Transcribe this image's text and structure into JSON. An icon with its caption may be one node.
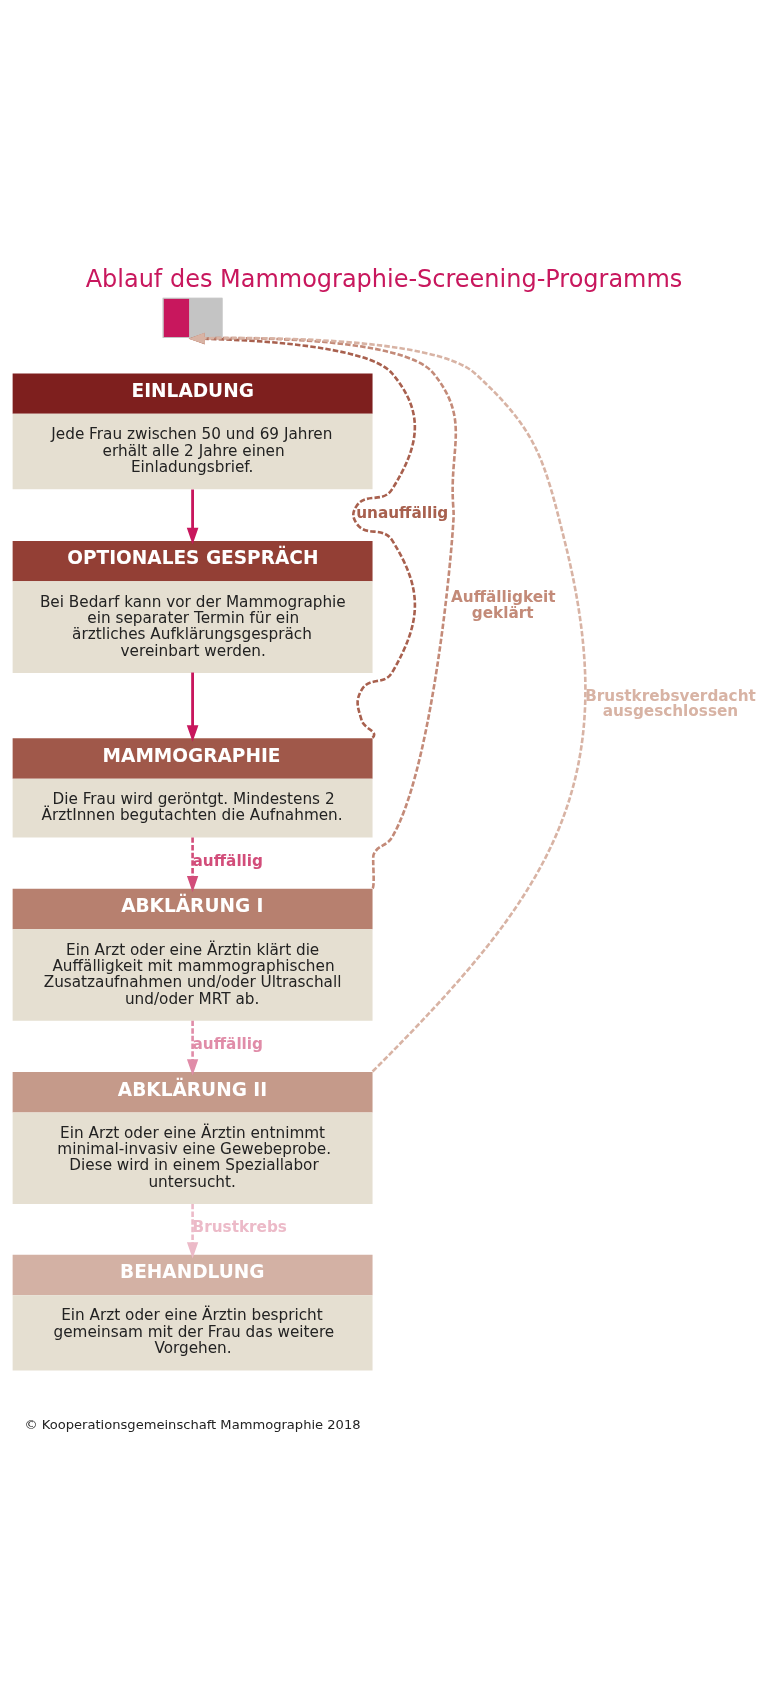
{
  "diagram": {
    "title": "Ablauf des Mammographie-Screening-Programms",
    "caption": "© Kooperationsgemeinschaft Mammographie 2018",
    "nodes": [
      {
        "text": [],
        "shape": "picture"
      },
      {
        "text": [
          "EINLADUNG",
          "Jede Frau zwischen 50 und 69 Jahren erhält alle 2 Jahre einen Einladungsbrief."
        ]
      },
      {
        "text": [
          "OPTIONALES GESPRÄCH",
          "Bei Bedarf kann vor der Mammographie ein separater Termin für ein ärztliches Aufklärungsgespräch vereinbart werden."
        ]
      },
      {
        "text": [
          "MAMMOGRAPHIE",
          "Die Frau wird geröntgt. Mindestens 2 ÄrztInnen begutachten die Aufnahmen."
        ]
      },
      {
        "text": [
          "ABKLÄRUNG I",
          "Ein Arzt oder eine Ärztin klärt die Auffälligkeit mit mammographischen Zusatzaufnahmen und/oder Ultraschall und/oder MRT ab."
        ]
      },
      {
        "text": [
          "ABKLÄRUNG II",
          "Ein Arzt oder eine Ärztin entnimmt minimal-invasiv eine Gewebeprobe. Diese wird in einem Speziallabor untersucht."
        ]
      },
      {
        "text": [
          "BEHANDLUNG",
          "Ein Arzt oder eine Ärztin bespricht gemeinsam mit der Frau das weitere Vorgehen."
        ]
      }
    ],
    "edges": [
      {
        "from": 1,
        "to": 2,
        "arrow": "to",
        "color": "#c8175d"
      },
      {
        "from": 2,
        "to": 3,
        "arrow": "to",
        "color": "#c8175d"
      },
      {
        "from": 3,
        "to": 4,
        "arrow": "to",
        "label": "auffällig",
        "style": "dashed",
        "color": "#d24d7a"
      },
      {
        "from": 4,
        "to": 5,
        "arrow": "to",
        "label": "auffällig",
        "style": "dashed",
        "color": "#e08ca8"
      },
      {
        "from": 5,
        "to": 6,
        "arrow": "to",
        "label": "Brustkrebs",
        "style": "dashed",
        "color": "#ecbac8"
      },
      {
        "from": 3,
        "to": 0,
        "arrow": "to",
        "label": "unauffällig",
        "style": "dashed",
        "color": "#a8604e"
      },
      {
        "from": 4,
        "to": 0,
        "arrow": "to",
        "label": "Auffälligkeit geklärt",
        "style": "dashed",
        "color": "#c38a78"
      },
      {
        "from": 5,
        "to": 0,
        "arrow": "to",
        "label": "Brustkrebsverdacht ausgeschlossen",
        "style": "dashed",
        "color": "#d8b3a4"
      }
    ]
  }
}
